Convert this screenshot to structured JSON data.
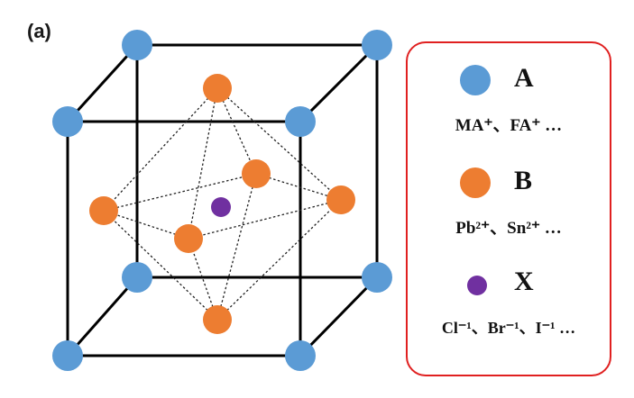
{
  "panel_label": "(a)",
  "colors": {
    "site_a": "#5b9bd5",
    "site_b": "#ed7d31",
    "site_x": "#7030a0",
    "legend_border": "#e02020"
  },
  "legend": {
    "items": [
      {
        "letter": "A",
        "ions": "MA⁺、FA⁺ …"
      },
      {
        "letter": "B",
        "ions": "Pb²⁺、Sn²⁺ …"
      },
      {
        "letter": "X",
        "ions": "Cl⁻¹、Br⁻¹、I⁻¹ …"
      }
    ]
  }
}
